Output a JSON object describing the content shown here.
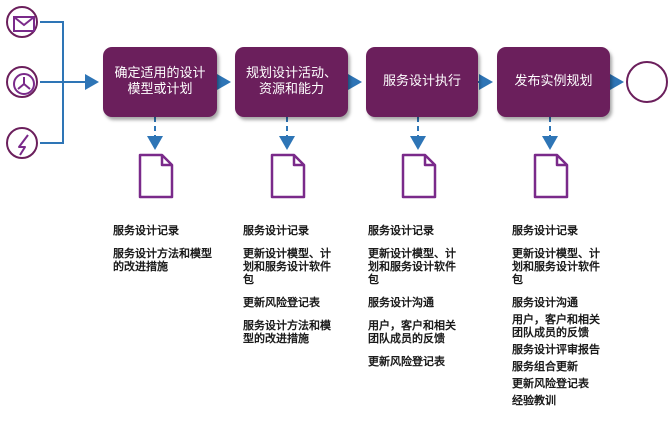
{
  "colors": {
    "process": "#6b1f5c",
    "connector": "#2e75b6",
    "icon": "#7a2a8a"
  },
  "start_events": [
    {
      "icon": "envelope-icon"
    },
    {
      "icon": "clock-icon"
    },
    {
      "icon": "lightning-icon"
    }
  ],
  "steps": [
    {
      "label": "确定适用的设计模型或计划",
      "outputs": [
        "服务设计记录",
        "服务设计方法和模型的改进措施"
      ]
    },
    {
      "label": "规划设计活动、资源和能力",
      "outputs": [
        "服务设计记录",
        "更新设计模型、计划和服务设计软件包",
        "更新风险登记表",
        "服务设计方法和模型的改进措施"
      ]
    },
    {
      "label": "服务设计执行",
      "outputs": [
        "服务设计记录",
        "更新设计模型、计划和服务设计软件包",
        "服务设计沟通",
        "用户，客户和相关团队成员的反馈",
        "更新风险登记表"
      ]
    },
    {
      "label": "发布实例规划",
      "outputs": [
        "服务设计记录",
        "更新设计模型、计划和服务设计软件包",
        "服务设计沟通",
        "用户，客户和相关团队成员的反馈",
        "服务设计评审报告",
        "服务组合更新",
        "更新风险登记表",
        "经验教训"
      ]
    }
  ]
}
